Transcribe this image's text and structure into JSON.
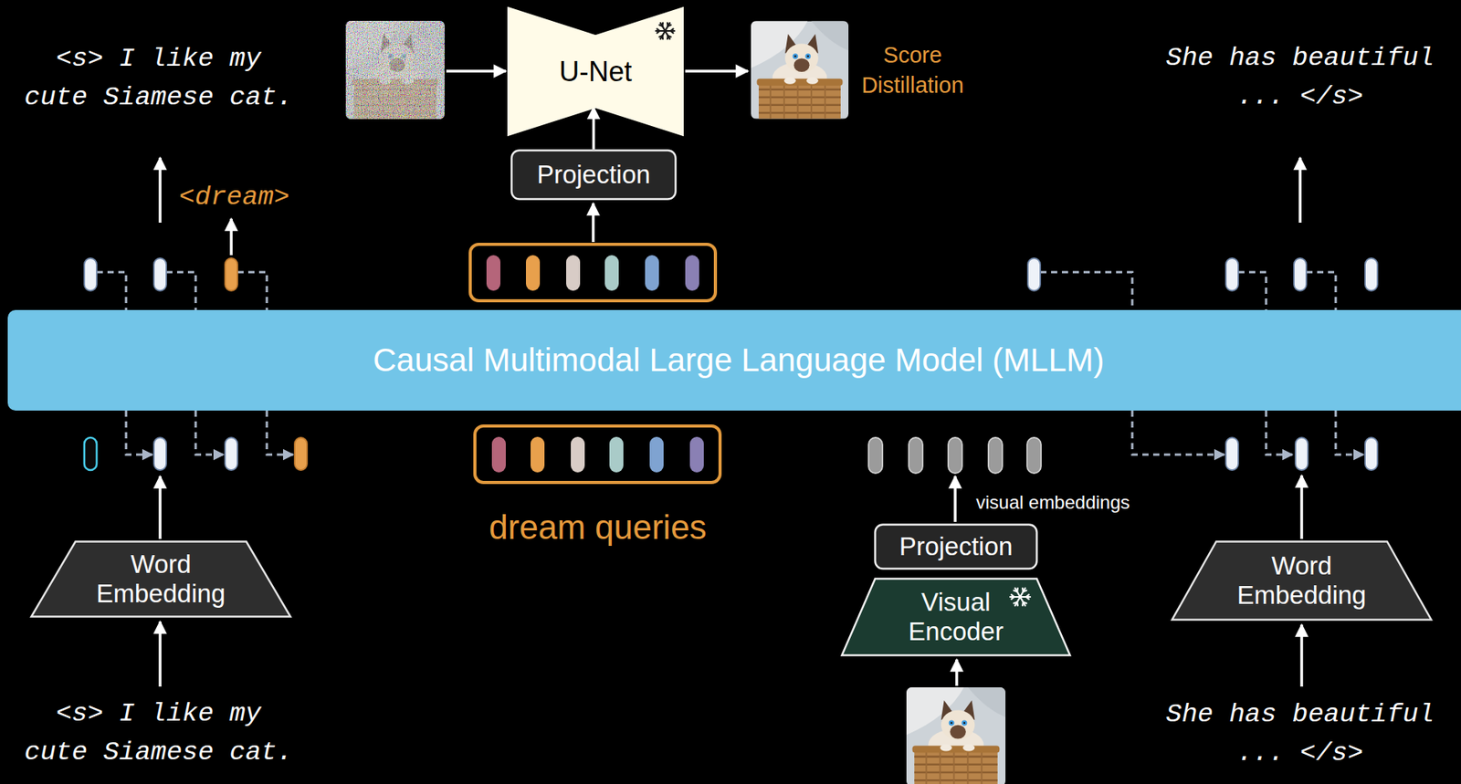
{
  "diagram": {
    "nodes": [
      {
        "text": [
          "U-Net"
        ]
      },
      {
        "text": [
          "Projection"
        ]
      },
      {
        "text": [
          "Causal Multimodal Large Language Model (MLLM)"
        ]
      },
      {
        "text": [
          "Word Embedding"
        ]
      },
      {
        "text": [
          "Projection"
        ]
      },
      {
        "text": [
          "Visual Encoder"
        ]
      },
      {
        "text": [
          "Word Embedding"
        ]
      }
    ],
    "edges": [
      {
        "from": 1,
        "to": 0,
        "arrow": "to"
      }
    ],
    "labels": [
      "<s> I like my cute Siamese cat.",
      "<dream>",
      "Score Distillation",
      "She has beautiful ... </s>",
      "dream queries",
      "visual embeddings",
      "<s> I like my cute Siamese cat.",
      "She has beautiful ... </s>"
    ]
  }
}
